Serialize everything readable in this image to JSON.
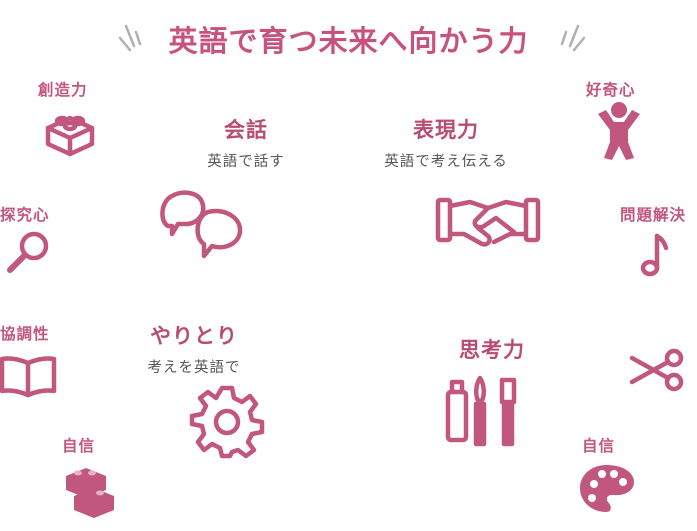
{
  "title": "英語で育つ未来へ向かう力",
  "left_labels": [
    "創造力",
    "探究心",
    "協調性",
    "自信"
  ],
  "right_labels": [
    "好奇心",
    "問題解決",
    "自信"
  ],
  "sections": [
    {
      "heading": "会話",
      "subtitle": "英語で話す"
    },
    {
      "heading": "表現力",
      "subtitle": "英語で考え伝える"
    },
    {
      "heading": "やりとり",
      "subtitle": "考えを英語で"
    },
    {
      "heading": "思考力",
      "subtitle": ""
    }
  ],
  "icons": {
    "creativity": "building-block-icon",
    "inquiry": "magnifier-icon",
    "cooperation": "open-book-icon",
    "confidence_left": "stacked-blocks-icon",
    "curiosity": "happy-person-icon",
    "problem_solving": "music-note-icon",
    "scissors": "scissors-icon",
    "confidence_right": "palette-icon",
    "conversation": "speech-bubbles-icon",
    "expression": "handshake-icon",
    "interaction": "gear-icon",
    "thinking": "paint-tools-icon"
  },
  "colors": {
    "accent": "#c2577e",
    "subtitle": "#555555"
  }
}
